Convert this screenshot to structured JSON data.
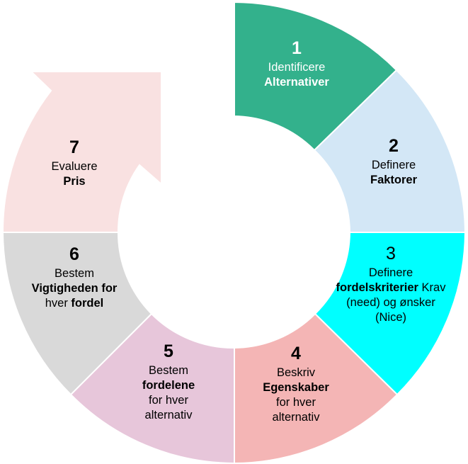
{
  "segments": [
    {
      "number": "1",
      "line1": "Identificere",
      "line2": "Alternativer",
      "color": "#33b18c"
    },
    {
      "number": "2",
      "line1": "Definere",
      "line2": "Faktorer",
      "color": "#d3e7f6"
    },
    {
      "number": "3",
      "line1": "Definere",
      "line2_bold": "fordelskriterier",
      "line2_rest": " Krav",
      "line3": "(need) og ønsker",
      "line4": "(Nice)",
      "color": "#00ffff"
    },
    {
      "number": "4",
      "line1": "Beskriv",
      "line2": "Egenskaber",
      "line3": "for hver",
      "line4": "alternativ",
      "color": "#f4b5b5"
    },
    {
      "number": "5",
      "line1": "Bestem",
      "line2": "fordelene",
      "line3": "for hver",
      "line4": "alternativ",
      "color": "#e7c6da"
    },
    {
      "number": "6",
      "line1": "Bestem",
      "line2": "Vigtigheden for",
      "line3_rest": "hver ",
      "line3_bold": "fordel",
      "color": "#d9d9d9"
    },
    {
      "number": "7",
      "line1": "Evaluere",
      "line2": "Pris",
      "color": "#f9e1e1"
    }
  ]
}
